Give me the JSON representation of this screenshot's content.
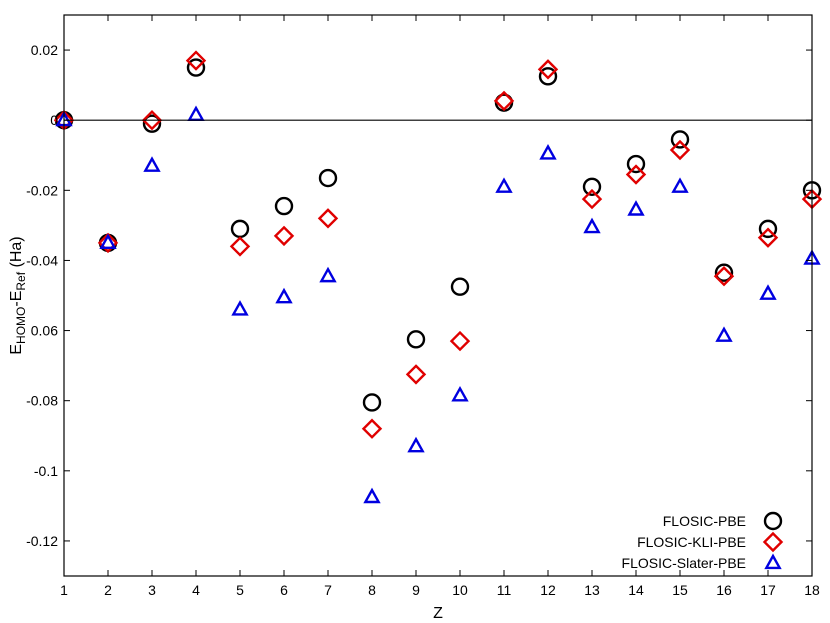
{
  "chart_data": {
    "type": "scatter",
    "xlabel": "Z",
    "ylabel": {
      "prefix": "E",
      "sub1": "HOMO",
      "mid": "-E",
      "sub2": "Ref",
      "suffix": " (Ha)"
    },
    "xlim": [
      1,
      18
    ],
    "ylim": [
      -0.13,
      0.03
    ],
    "x_ticks": [
      1,
      2,
      3,
      4,
      5,
      6,
      7,
      8,
      9,
      10,
      11,
      12,
      13,
      14,
      15,
      16,
      17,
      18
    ],
    "y_ticks": [
      {
        "value": 0.02,
        "label": "0.02"
      },
      {
        "value": 0,
        "label": "0"
      },
      {
        "value": -0.02,
        "label": "-0.02"
      },
      {
        "value": -0.04,
        "label": "-0.04"
      },
      {
        "value": -0.06,
        "label": "0.06"
      },
      {
        "value": -0.08,
        "label": "-0.08"
      },
      {
        "value": -0.1,
        "label": "-0.1"
      },
      {
        "value": -0.12,
        "label": "-0.12"
      }
    ],
    "reference_line": 0,
    "legend_position": "bottom-right",
    "grid": false,
    "x": [
      1,
      2,
      3,
      4,
      5,
      6,
      7,
      8,
      9,
      10,
      11,
      12,
      13,
      14,
      15,
      16,
      17,
      18
    ],
    "series": [
      {
        "name": "FLOSIC-PBE",
        "marker": "circle",
        "color": "#000000",
        "values": [
          0.0,
          -0.035,
          -0.001,
          0.015,
          -0.031,
          -0.0245,
          -0.0165,
          -0.0805,
          -0.0625,
          -0.0475,
          0.005,
          0.0125,
          -0.019,
          -0.0125,
          -0.0055,
          -0.0435,
          -0.031,
          -0.02
        ]
      },
      {
        "name": "FLOSIC-KLI-PBE",
        "marker": "diamond",
        "color": "#e00000",
        "values": [
          0.0,
          -0.035,
          0.0,
          0.017,
          -0.036,
          -0.033,
          -0.028,
          -0.088,
          -0.0725,
          -0.063,
          0.0055,
          0.0145,
          -0.0225,
          -0.0155,
          -0.0085,
          -0.0445,
          -0.0335,
          -0.0225
        ]
      },
      {
        "name": "FLOSIC-Slater-PBE",
        "marker": "triangle",
        "color": "#0000e0",
        "values": [
          0.0,
          -0.035,
          -0.013,
          0.0015,
          -0.054,
          -0.0505,
          -0.0445,
          -0.1075,
          -0.093,
          -0.0785,
          -0.019,
          -0.0095,
          -0.0305,
          -0.0255,
          -0.019,
          -0.0615,
          -0.0495,
          -0.0395
        ]
      }
    ]
  }
}
